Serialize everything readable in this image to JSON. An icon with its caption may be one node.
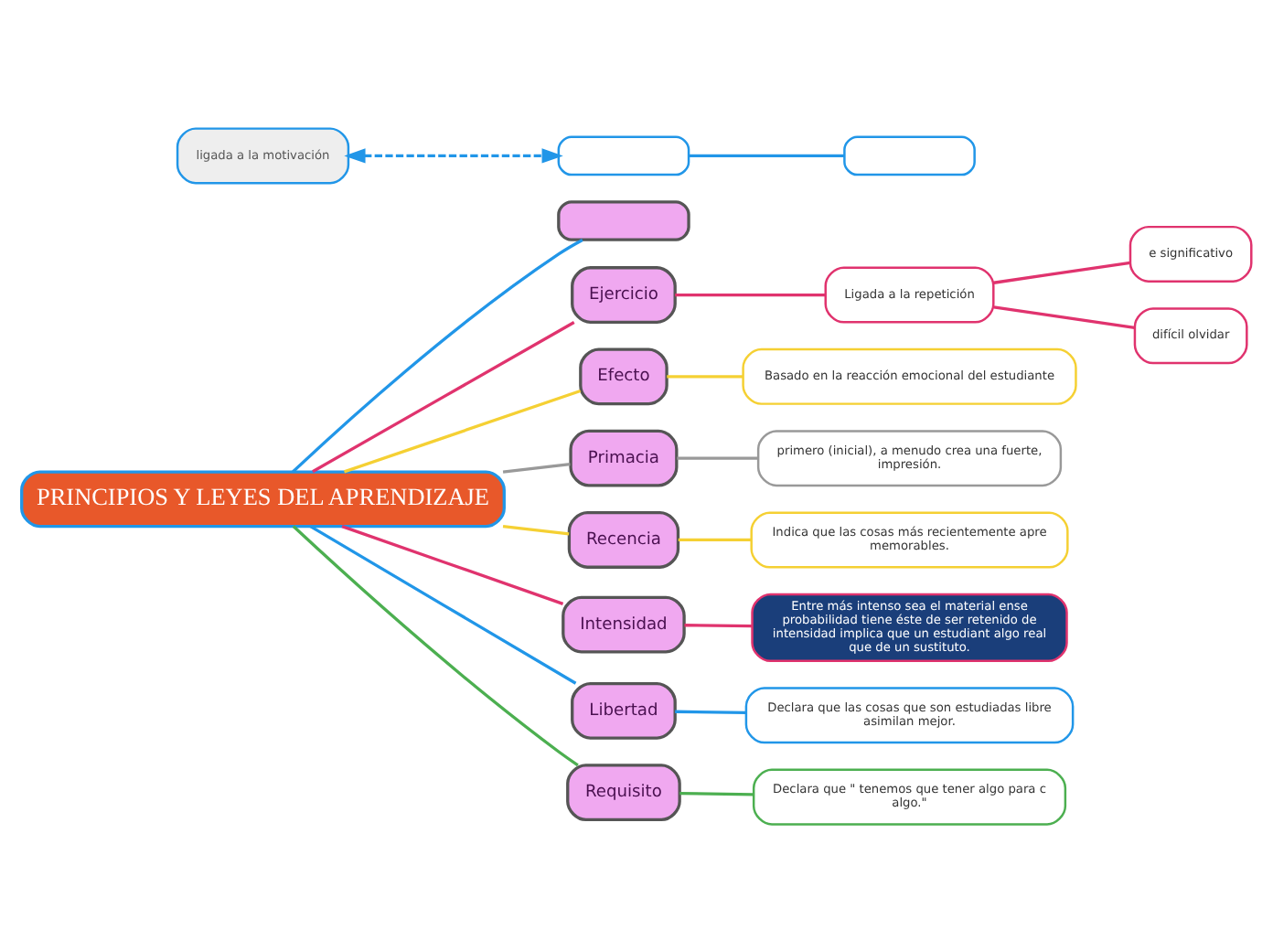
{
  "diagram": {
    "nodes": [
      {
        "text": [
          "PRINCIPIOS Y LEYES DEL APRENDIZAJE"
        ]
      },
      {
        "text": [],
        "shape": "box"
      },
      {
        "text": [],
        "shape": "box"
      },
      {
        "text": [],
        "shape": "box"
      },
      {
        "text": [
          "ligada a la motivación"
        ]
      },
      {
        "text": [
          "Ejercicio"
        ]
      },
      {
        "text": [
          "Ligada a la repetición"
        ]
      },
      {
        "text": [
          "e significativo"
        ]
      },
      {
        "text": [
          "difícil olvidar"
        ]
      },
      {
        "text": [
          "Efecto"
        ]
      },
      {
        "text": [
          "Basado en la reacción emocional del estudiante"
        ]
      },
      {
        "text": [
          "Primacia"
        ]
      },
      {
        "text": [
          "primero (inicial), a menudo crea una fuerte, impresión."
        ]
      },
      {
        "text": [
          "Recencia"
        ]
      },
      {
        "text": [
          "Indica que las cosas más recientemente apre memorables."
        ]
      },
      {
        "text": [
          "Intensidad"
        ]
      },
      {
        "text": [
          "Entre más intenso sea el material ense probabilidad tiene éste de ser retenido de intensidad implica que un estudiant algo real que de un sustituto."
        ]
      },
      {
        "text": [
          "Libertad"
        ]
      },
      {
        "text": [
          "Declara que las cosas que son estudiadas libre asimilan mejor."
        ]
      },
      {
        "text": [
          "Requisito"
        ]
      },
      {
        "text": [
          "Declara que \" tenemos que tener algo para c algo.\""
        ]
      }
    ],
    "edges": [
      {
        "from": 0,
        "to": 1,
        "arrow": "none",
        "color": "#2196e8"
      },
      {
        "from": 2,
        "to": 3,
        "arrow": "none",
        "color": "#2196e8"
      },
      {
        "from": 4,
        "to": 2,
        "arrow": "both",
        "style": "dashed",
        "color": "#2196e8"
      },
      {
        "from": 0,
        "to": 5,
        "arrow": "none",
        "color": "#e0336e"
      },
      {
        "from": 5,
        "to": 6,
        "arrow": "none",
        "color": "#e0336e"
      },
      {
        "from": 6,
        "to": 7,
        "arrow": "none",
        "color": "#e0336e"
      },
      {
        "from": 6,
        "to": 8,
        "arrow": "none",
        "color": "#e0336e"
      },
      {
        "from": 0,
        "to": 9,
        "arrow": "none",
        "color": "#f5d033"
      },
      {
        "from": 9,
        "to": 10,
        "arrow": "none",
        "color": "#f5d033"
      },
      {
        "from": 0,
        "to": 11,
        "arrow": "none",
        "color": "#999999"
      },
      {
        "from": 11,
        "to": 12,
        "arrow": "none",
        "color": "#999999"
      },
      {
        "from": 0,
        "to": 13,
        "arrow": "none",
        "color": "#f5d033"
      },
      {
        "from": 13,
        "to": 14,
        "arrow": "none",
        "color": "#f5d033"
      },
      {
        "from": 0,
        "to": 15,
        "arrow": "none",
        "color": "#e0336e"
      },
      {
        "from": 15,
        "to": 16,
        "arrow": "none",
        "color": "#e0336e"
      },
      {
        "from": 0,
        "to": 17,
        "arrow": "none",
        "color": "#2196e8"
      },
      {
        "from": 17,
        "to": 18,
        "arrow": "none",
        "color": "#2196e8"
      },
      {
        "from": 0,
        "to": 19,
        "arrow": "none",
        "color": "#4caf50"
      },
      {
        "from": 19,
        "to": 20,
        "arrow": "none",
        "color": "#4caf50"
      }
    ]
  }
}
